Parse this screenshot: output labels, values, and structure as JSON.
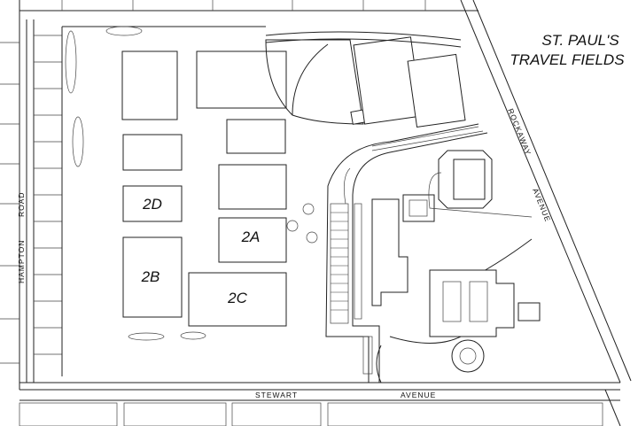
{
  "title": {
    "line1": "ST. PAUL'S",
    "line2": "TRAVEL FIELDS"
  },
  "fields": [
    {
      "id": "2D",
      "label": "2D"
    },
    {
      "id": "2A",
      "label": "2A"
    },
    {
      "id": "2B",
      "label": "2B"
    },
    {
      "id": "2C",
      "label": "2C"
    }
  ],
  "roads": {
    "hampton": {
      "word1": "HAMPTON",
      "word2": "ROAD"
    },
    "rockaway": {
      "word1": "ROCKAWAY",
      "word2": "AVENUE"
    },
    "stewart": {
      "word1": "STEWART",
      "word2": "AVENUE"
    }
  }
}
